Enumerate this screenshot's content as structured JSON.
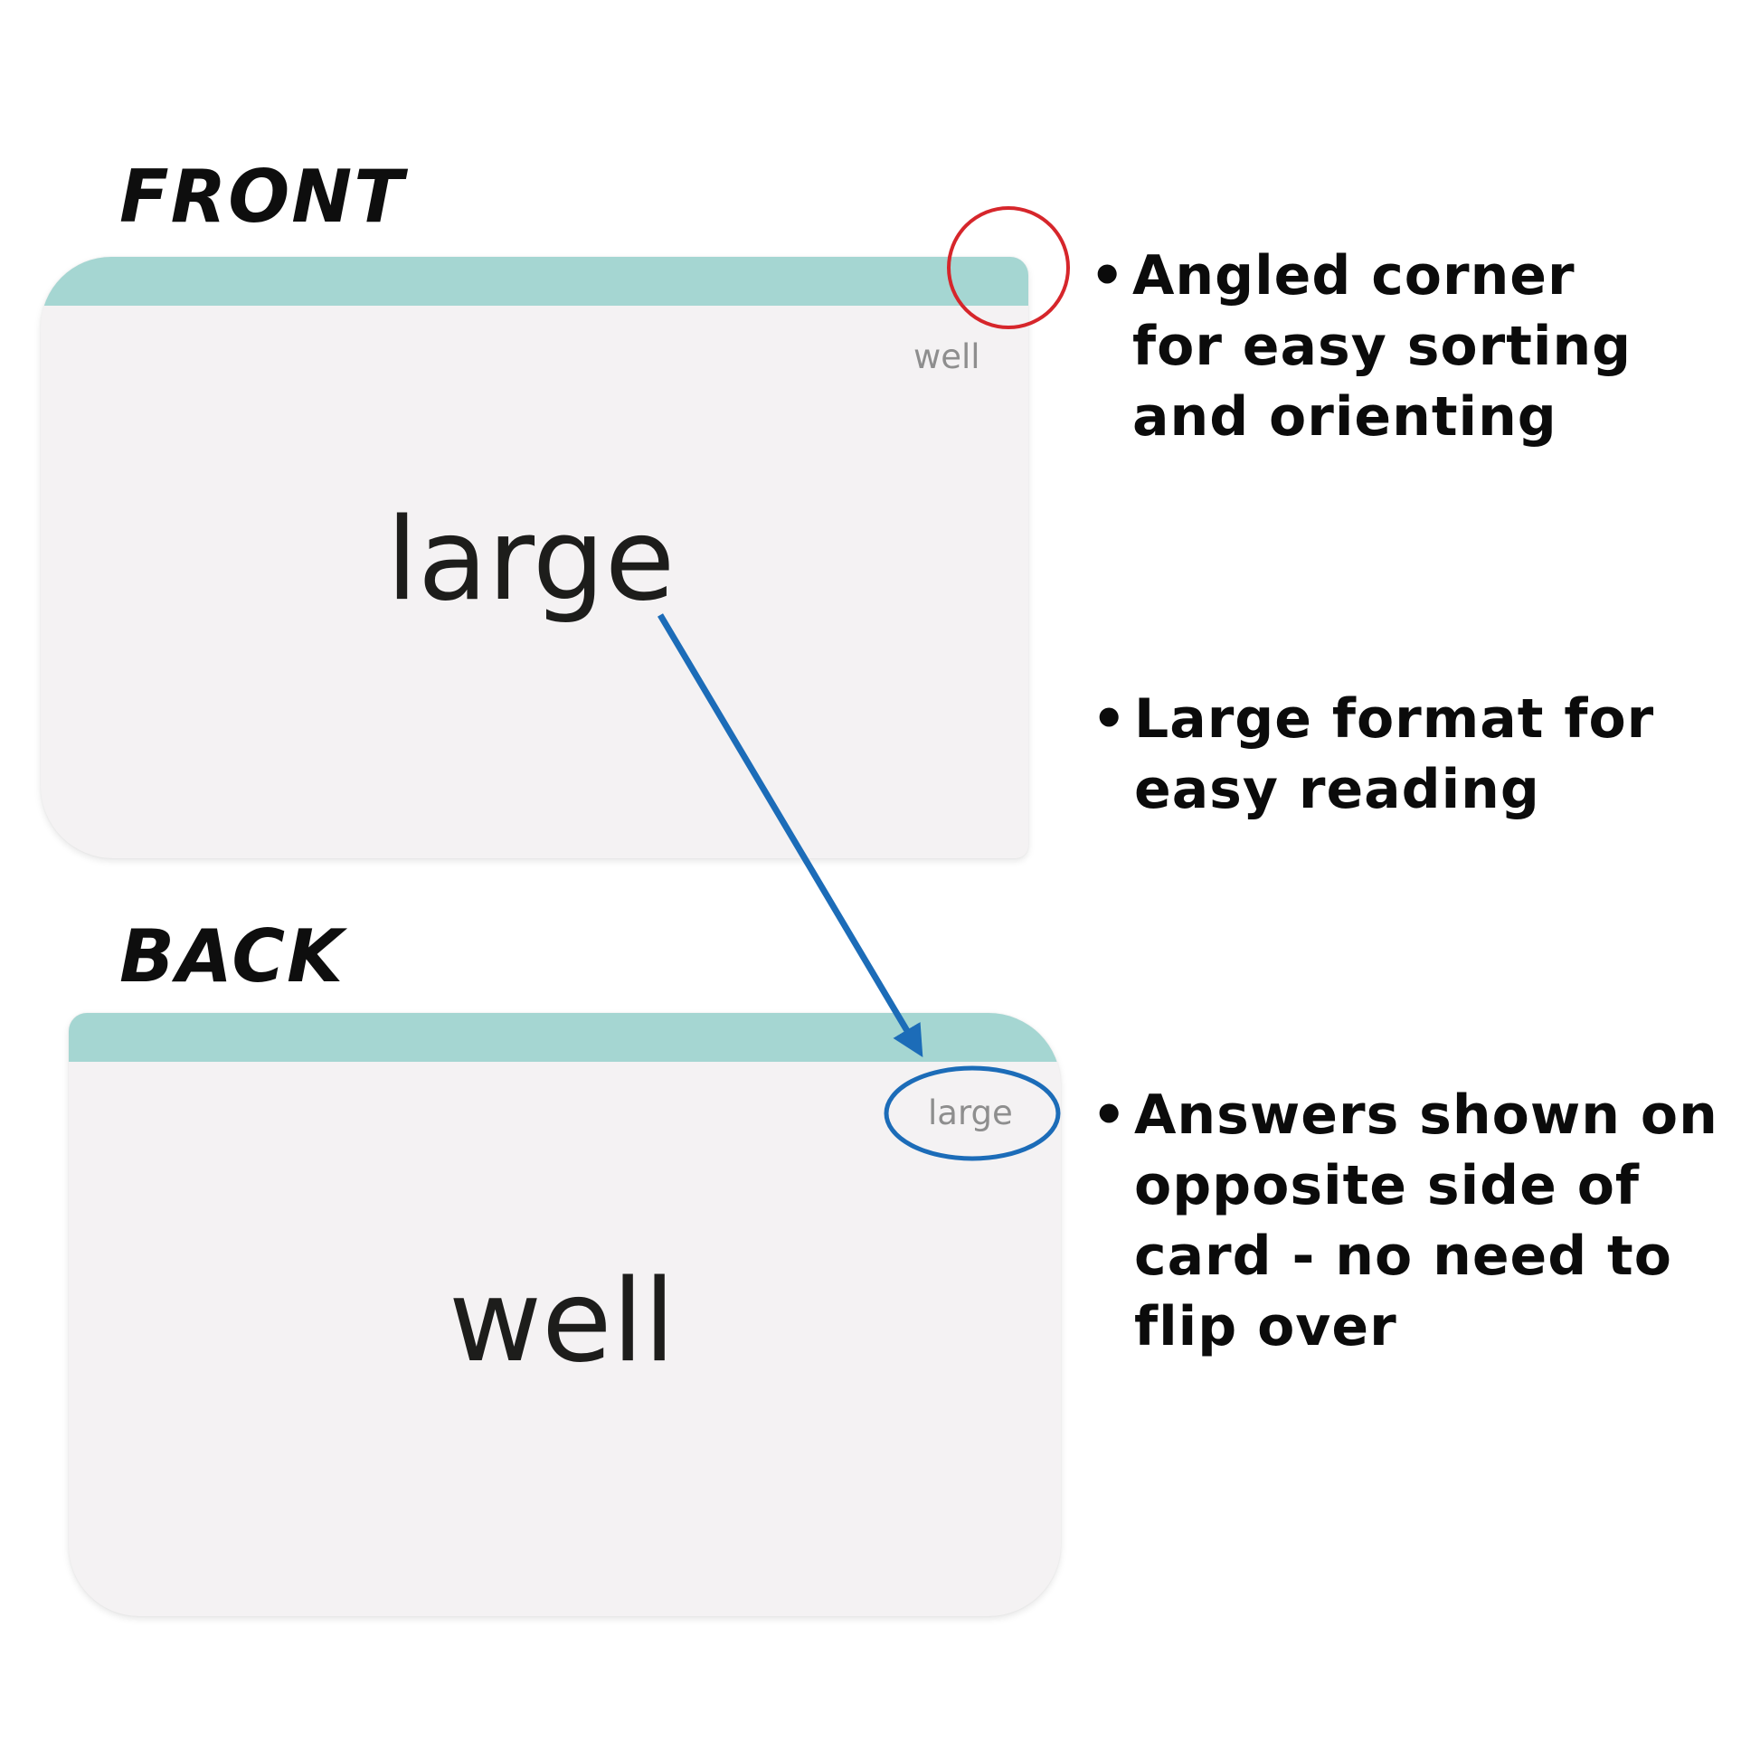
{
  "front": {
    "heading": "FRONT",
    "main_word": "large",
    "corner_word": "well"
  },
  "back": {
    "heading": "BACK",
    "main_word": "well",
    "corner_word": "large"
  },
  "bullets": [
    {
      "dot": "•",
      "lines": [
        "Angled corner",
        "for easy sorting",
        "and orienting"
      ]
    },
    {
      "dot": "•",
      "lines": [
        "Large format for",
        "easy reading"
      ]
    },
    {
      "dot": "•",
      "lines": [
        "Answers shown on",
        "opposite side of",
        "card - no need to",
        "flip over"
      ]
    }
  ],
  "colors": {
    "stripe": "#a5d6d2",
    "card": "#f4f2f3",
    "red_circle": "#d6262b",
    "blue_annotation": "#1c6cb8"
  }
}
